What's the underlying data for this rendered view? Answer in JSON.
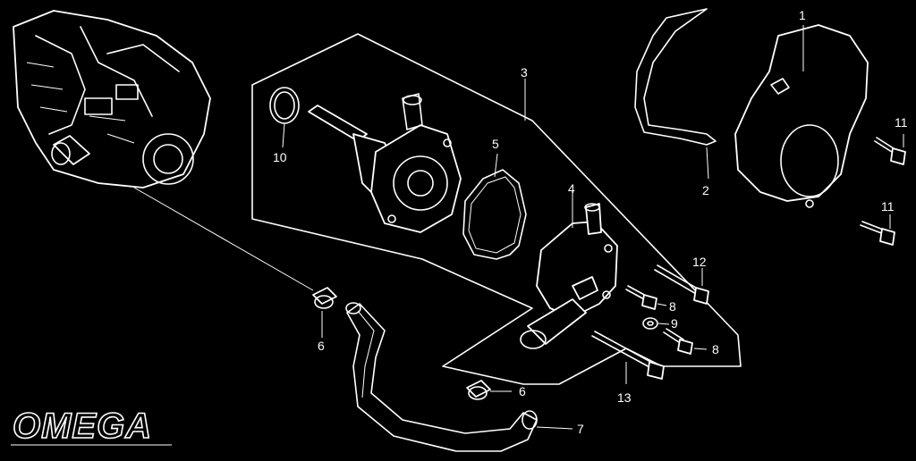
{
  "watermark": {
    "text": "OMEGA"
  },
  "callouts": {
    "c1": "1",
    "c2": "2",
    "c3": "3",
    "c4": "4",
    "c5": "5",
    "c6a": "6",
    "c6b": "6",
    "c7": "7",
    "c8a": "8",
    "c8b": "8",
    "c9": "9",
    "c10": "10",
    "c11a": "11",
    "c11b": "11",
    "c12": "12",
    "c13": "13"
  },
  "colors": {
    "background": "#000000",
    "line": "#ffffff"
  }
}
